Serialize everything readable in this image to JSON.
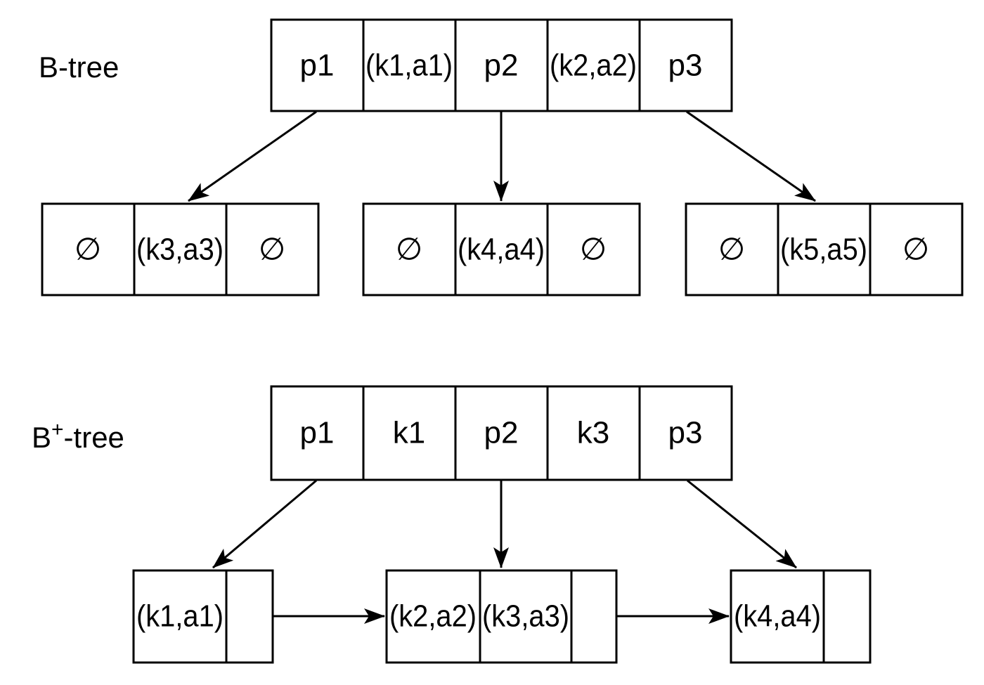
{
  "colors": {
    "stroke": "#000000",
    "background": "#ffffff"
  },
  "btree": {
    "label": "B-tree",
    "root": {
      "cells": [
        "p1",
        "(k1,a1)",
        "p2",
        "(k2,a2)",
        "p3"
      ]
    },
    "children": [
      {
        "cells": [
          "∅",
          "(k3,a3)",
          "∅"
        ]
      },
      {
        "cells": [
          "∅",
          "(k4,a4)",
          "∅"
        ]
      },
      {
        "cells": [
          "∅",
          "(k5,a5)",
          "∅"
        ]
      }
    ]
  },
  "bplustree": {
    "label": {
      "base": "B",
      "sup": "+",
      "rest": "-tree"
    },
    "root": {
      "cells": [
        "p1",
        "k1",
        "p2",
        "k3",
        "p3"
      ]
    },
    "leaves": [
      {
        "cells": [
          "(k1,a1)",
          ""
        ]
      },
      {
        "cells": [
          "(k2,a2)",
          "(k3,a3)",
          ""
        ]
      },
      {
        "cells": [
          "(k4,a4)",
          ""
        ]
      }
    ]
  }
}
